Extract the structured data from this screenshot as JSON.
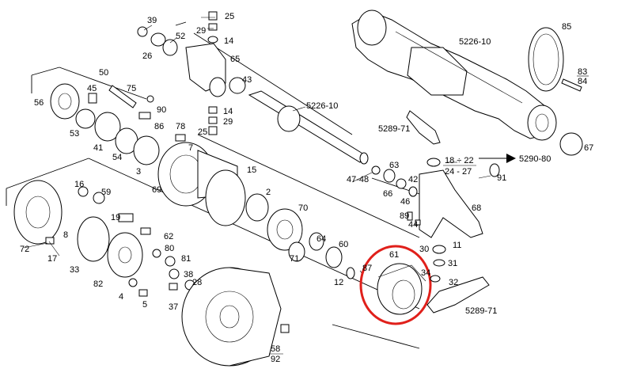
{
  "diagram": {
    "highlight_color": "#e0201b",
    "labels": {
      "l39": "39",
      "l25a": "25",
      "l29a": "29",
      "l14a": "14",
      "l52": "52",
      "l26": "26",
      "l65": "65",
      "l43": "43",
      "l14b": "14",
      "l29b": "29",
      "l25b": "25",
      "l5226a": "5226-10",
      "l5226b": "5226-10",
      "l85": "85",
      "l83": "83",
      "l84": "84",
      "l50": "50",
      "l45": "45",
      "l75": "75",
      "l56": "56",
      "l90": "90",
      "l53": "53",
      "l86": "86",
      "l78": "78",
      "l41": "41",
      "l54": "54",
      "l3": "3",
      "l7": "7",
      "l69": "69",
      "l15": "15",
      "l2": "2",
      "l5289a": "5289-71",
      "l67": "67",
      "l18": "18 ÷ 22",
      "l24": "24 - 27",
      "l5290": "5290-80",
      "l91": "91",
      "l63": "63",
      "l4748": "47-48",
      "l66": "66",
      "l42": "42",
      "l46": "46",
      "l16": "16",
      "l59": "59",
      "l70": "70",
      "l89": "89",
      "l44": "44",
      "l68": "68",
      "l19": "19",
      "l8": "8",
      "l62": "62",
      "l64": "64",
      "l60": "60",
      "l71": "71",
      "l30": "30",
      "l11": "11",
      "l72": "72",
      "l17": "17",
      "l33": "33",
      "l80": "80",
      "l81": "81",
      "l61": "61",
      "l87": "87",
      "l31": "31",
      "l34": "34",
      "l82": "82",
      "l38": "38",
      "l28": "28",
      "l12": "12",
      "l32": "32",
      "l4": "4",
      "l5": "5",
      "l37": "37",
      "l5289b": "5289-71",
      "l58": "58",
      "l92": "92"
    }
  }
}
